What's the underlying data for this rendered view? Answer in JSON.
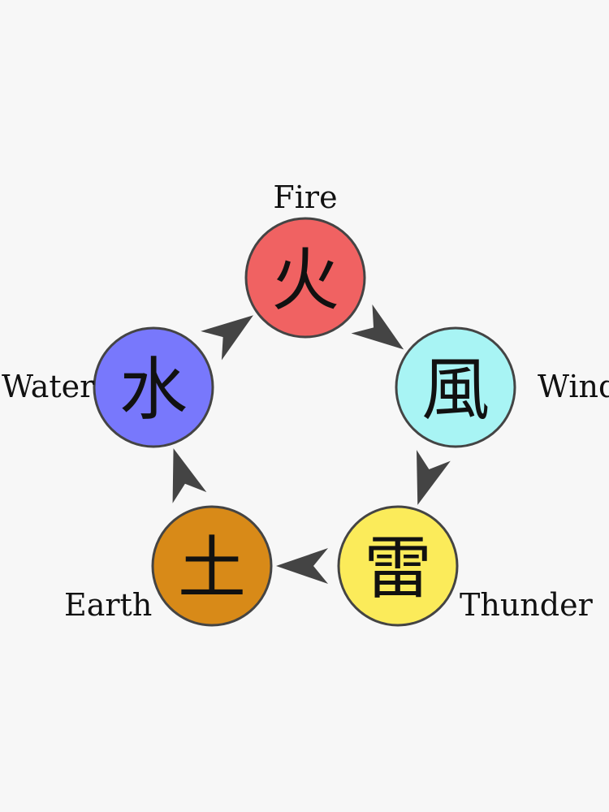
{
  "colors": {
    "background": "#f7f7f7",
    "stroke": "#444444",
    "arrow": "#444444",
    "text": "#111111"
  },
  "elements": [
    {
      "id": "fire",
      "label": "Fire",
      "kanji": "火",
      "color": "#f06262"
    },
    {
      "id": "wind",
      "label": "Wind",
      "kanji": "風",
      "color": "#a8f4f4"
    },
    {
      "id": "thunder",
      "label": "Thunder",
      "kanji": "雷",
      "color": "#fbeb5a"
    },
    {
      "id": "earth",
      "label": "Earth",
      "kanji": "土",
      "color": "#d88a18"
    },
    {
      "id": "water",
      "label": "Water",
      "kanji": "水",
      "color": "#7878fc"
    }
  ],
  "arrows": [
    {
      "from": "fire",
      "to": "wind"
    },
    {
      "from": "wind",
      "to": "thunder"
    },
    {
      "from": "thunder",
      "to": "earth"
    },
    {
      "from": "earth",
      "to": "water"
    },
    {
      "from": "water",
      "to": "fire"
    }
  ]
}
